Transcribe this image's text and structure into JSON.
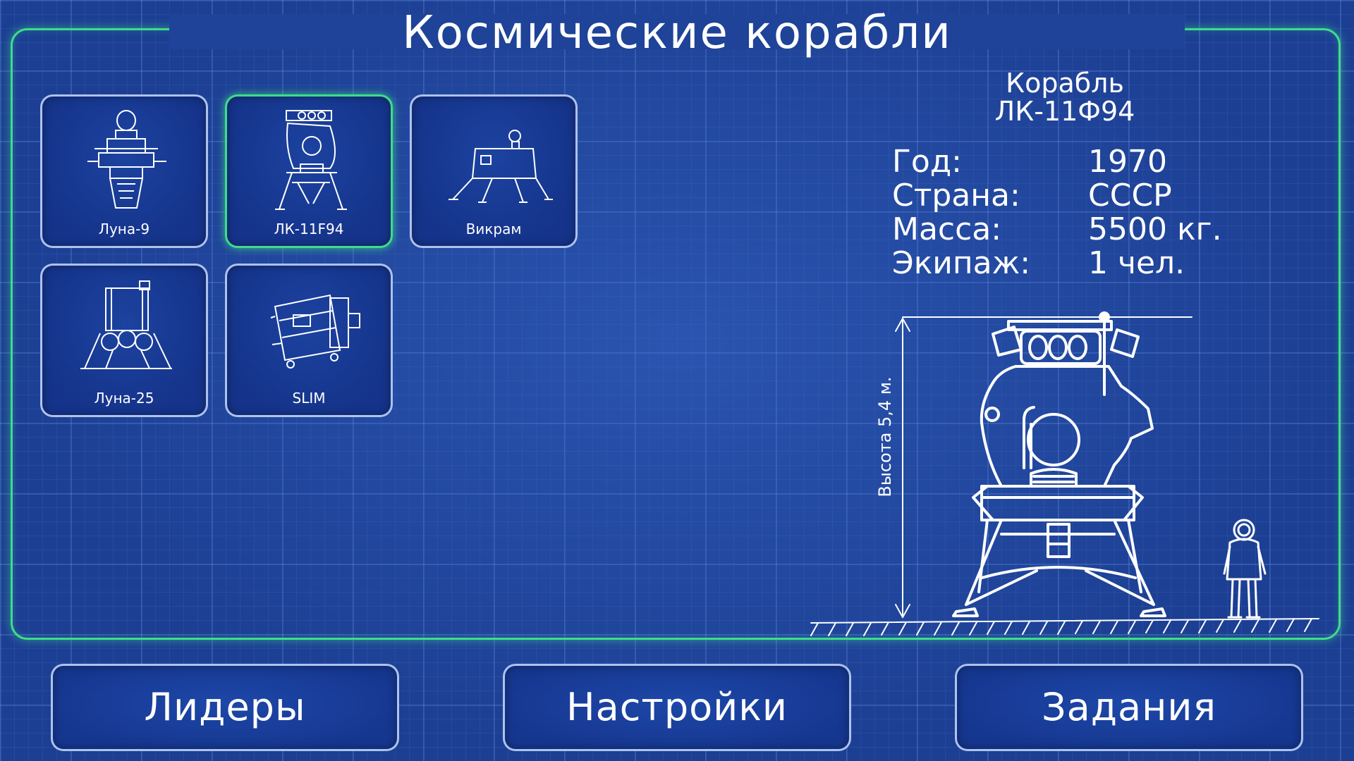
{
  "header": {
    "title": "Космические корабли"
  },
  "ships": [
    {
      "label": "Луна-9",
      "icon": "luna-9-lander-icon",
      "selected": false
    },
    {
      "label": "ЛК-11F94",
      "icon": "lk-lander-icon",
      "selected": true
    },
    {
      "label": "Викрам",
      "icon": "vikram-lander-icon",
      "selected": false
    },
    {
      "label": "Луна-25",
      "icon": "luna-25-lander-icon",
      "selected": false
    },
    {
      "label": "SLIM",
      "icon": "slim-lander-icon",
      "selected": false
    }
  ],
  "info": {
    "heading_line1": "Корабль",
    "heading_line2": "ЛК-11Ф94",
    "stats": [
      {
        "key": "Год:",
        "value": "1970"
      },
      {
        "key": "Страна:",
        "value": "СССР"
      },
      {
        "key": "Масса:",
        "value": "5500 кг."
      },
      {
        "key": "Экипаж:",
        "value": "1 чел."
      }
    ],
    "height_label": "Высота 5,4 м."
  },
  "buttons": {
    "leaders": "Лидеры",
    "settings": "Настройки",
    "tasks": "Задания"
  },
  "colors": {
    "background": "#1c3f93",
    "accent_green": "#3fdc8a",
    "card_border": "#c8dcff",
    "text": "#ffffff"
  }
}
